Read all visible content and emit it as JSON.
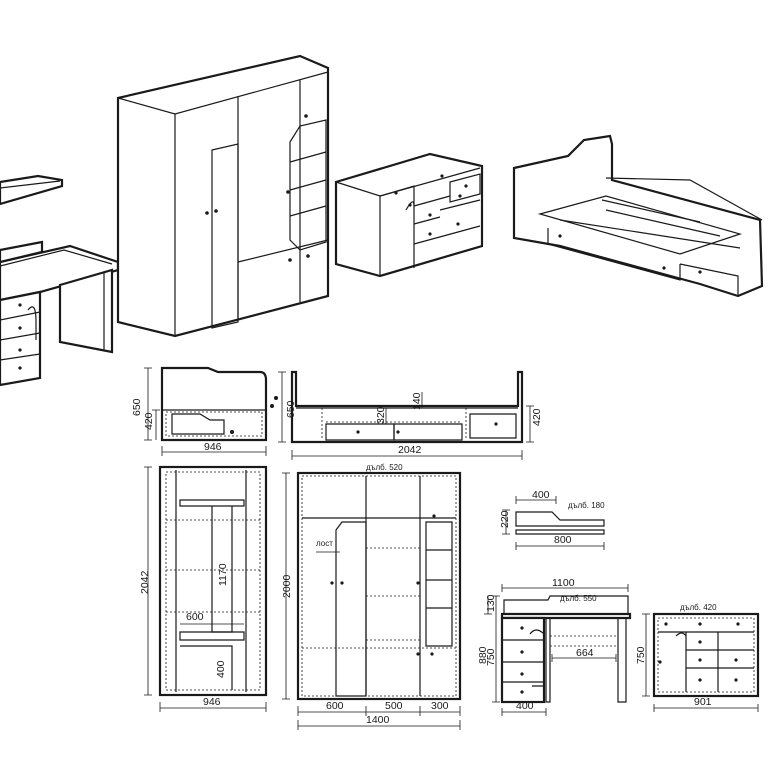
{
  "bed_views": {
    "front": {
      "height_total": "650",
      "height_drawer": "420",
      "width": "946"
    },
    "side": {
      "height_total": "650",
      "width": "2042",
      "height_drawer": "420",
      "inner_320": "320",
      "inner_140": "140"
    }
  },
  "shelf_unit": {
    "height": "2042",
    "inner_height": "1170",
    "inner_width": "600",
    "bottom_height": "400",
    "width": "946"
  },
  "wardrobe": {
    "depth_label": "дълб. 520",
    "rod_label": "лост",
    "height": "2000",
    "w_left": "600",
    "w_mid": "500",
    "w_right": "300",
    "width_total": "1400"
  },
  "wall_shelf": {
    "depth_label": "дълб. 180",
    "top_width": "400",
    "height": "220",
    "width": "800"
  },
  "desk": {
    "width": "1100",
    "depth_label": "дълб. 550",
    "h_top": "130",
    "h_total": "880",
    "h_body": "750",
    "inner_width": "664",
    "pedestal_width": "400"
  },
  "dresser": {
    "depth_label": "дълб. 420",
    "height": "750",
    "width": "901"
  },
  "icons": [
    "isometric-desk",
    "isometric-wardrobe",
    "isometric-dresser",
    "isometric-bed"
  ]
}
